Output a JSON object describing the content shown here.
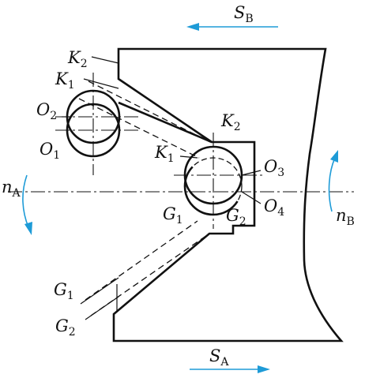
{
  "labels": {
    "SB": {
      "main": "S",
      "sub": "B"
    },
    "SA": {
      "main": "S",
      "sub": "A"
    },
    "nA": {
      "main": "n",
      "sub": "A"
    },
    "nB": {
      "main": "n",
      "sub": "B"
    },
    "K2_left": {
      "main": "K",
      "sub": "2"
    },
    "K1_left": {
      "main": "K",
      "sub": "1"
    },
    "O2": {
      "main": "O",
      "sub": "2"
    },
    "O1": {
      "main": "O",
      "sub": "1"
    },
    "K2_right": {
      "main": "K",
      "sub": "2"
    },
    "K1_right": {
      "main": "K",
      "sub": "1"
    },
    "O3": {
      "main": "O",
      "sub": "3"
    },
    "O4": {
      "main": "O",
      "sub": "4"
    },
    "G1_mid": {
      "main": "G",
      "sub": "1"
    },
    "G2_mid": {
      "main": "G",
      "sub": "2"
    },
    "G1_low": {
      "main": "G",
      "sub": "1"
    },
    "G2_low": {
      "main": "G",
      "sub": "2"
    }
  },
  "colors": {
    "line": "#111111",
    "arrow": "#1e9bd7"
  }
}
